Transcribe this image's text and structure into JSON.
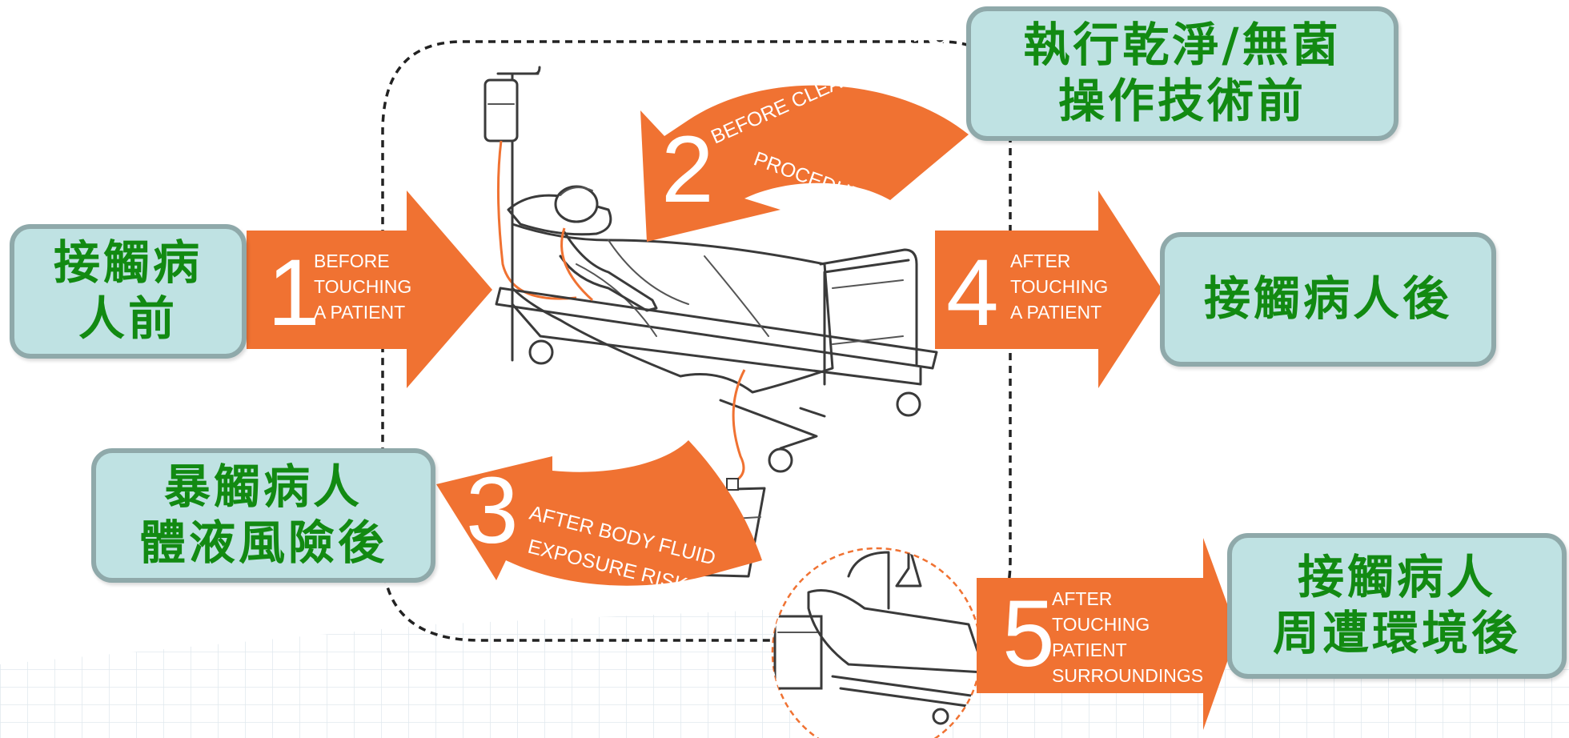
{
  "moments": [
    {
      "number": "1",
      "label_en": [
        "BEFORE",
        "TOUCHING",
        "A PATIENT"
      ],
      "label_zh": [
        "接觸病",
        "人前"
      ]
    },
    {
      "number": "2",
      "label_en": [
        "BEFORE CLEAN / ASEPTIC",
        "PROCEDURE"
      ],
      "label_zh": [
        "執行乾淨/無菌",
        "操作技術前"
      ]
    },
    {
      "number": "3",
      "label_en": [
        "AFTER BODY FLUID",
        "EXPOSURE RISK"
      ],
      "label_zh": [
        "暴觸病人",
        "體液風險後"
      ]
    },
    {
      "number": "4",
      "label_en": [
        "AFTER",
        "TOUCHING",
        "A PATIENT"
      ],
      "label_zh": [
        "接觸病人後"
      ]
    },
    {
      "number": "5",
      "label_en": [
        "AFTER",
        "TOUCHING",
        "PATIENT",
        "SURROUNDINGS"
      ],
      "label_zh": [
        "接觸病人",
        "周遭環境後"
      ]
    }
  ],
  "colors": {
    "arrow": "#f07232",
    "box_fill": "#bfe2e3",
    "box_border": "#8fa9aa",
    "zh_text": "#128a12",
    "dash": "#222222"
  }
}
